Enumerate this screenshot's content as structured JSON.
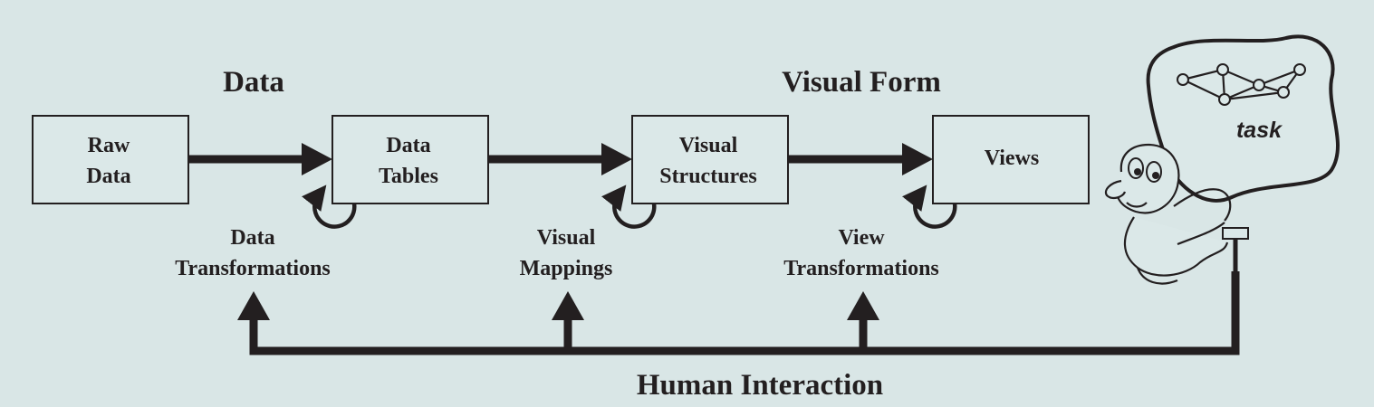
{
  "headings": {
    "data": "Data",
    "visual_form": "Visual Form"
  },
  "boxes": {
    "raw_data": [
      "Raw",
      "Data"
    ],
    "data_tables": [
      "Data",
      "Tables"
    ],
    "visual_structures": [
      "Visual",
      "Structures"
    ],
    "views": "Views"
  },
  "transforms": {
    "data_transformations": [
      "Data",
      "Transformations"
    ],
    "visual_mappings": [
      "Visual",
      "Mappings"
    ],
    "view_transformations": [
      "View",
      "Transformations"
    ]
  },
  "human_interaction": "Human Interaction",
  "task_label": "task",
  "colors": {
    "background": "#d9e6e6",
    "ink": "#231f20"
  }
}
